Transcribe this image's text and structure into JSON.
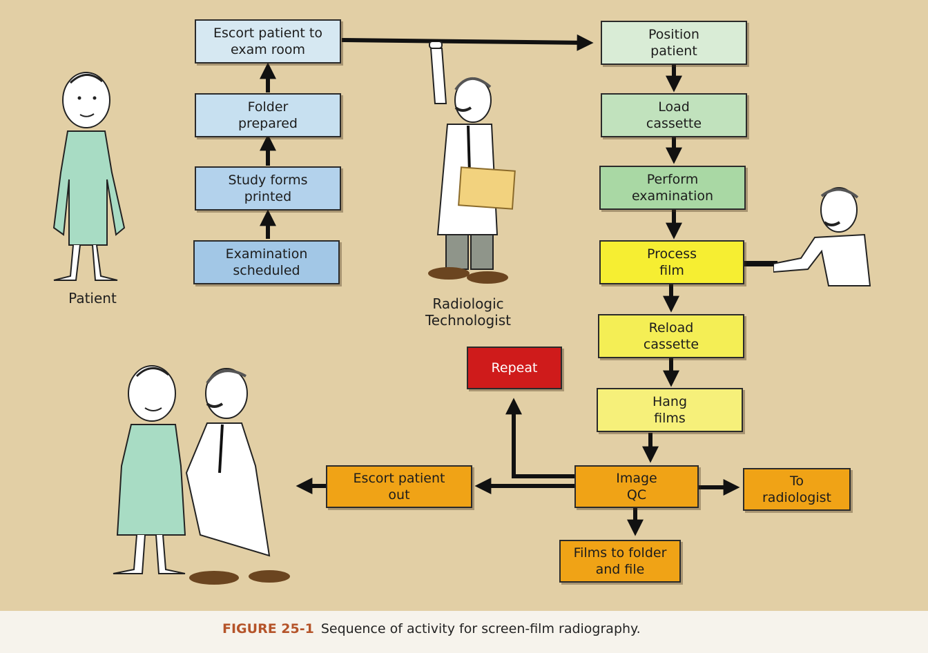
{
  "boxes": {
    "escort_in": "Escort patient to\nexam room",
    "folder": "Folder\nprepared",
    "study_forms": "Study forms\nprinted",
    "exam_scheduled": "Examination\nscheduled",
    "position": "Position\npatient",
    "load": "Load\ncassette",
    "perform": "Perform\nexamination",
    "process": "Process\nfilm",
    "reload": "Reload\ncassette",
    "hang": "Hang\nfilms",
    "image_qc": "Image\nQC",
    "repeat": "Repeat",
    "escort_out": "Escort patient\nout",
    "to_radiologist": "To\nradiologist",
    "films_to_folder": "Films to folder\nand file"
  },
  "labels": {
    "patient": "Patient",
    "technologist": "Radiologic\nTechnologist"
  },
  "caption": {
    "number": "FIGURE 25-1",
    "text": "Sequence of activity for screen-film radiography."
  },
  "colors": {
    "background": "#e2cfa5",
    "blue_light": "#d6e8f2",
    "blue_mid": "#b3d2ec",
    "green_light": "#d9ecd6",
    "green_mid": "#a9d8a4",
    "yellow": "#f6ee32",
    "orange": "#f0a316",
    "red": "#cf1b1b",
    "gown": "#a8dcc4",
    "caption_accent": "#b5542a"
  }
}
